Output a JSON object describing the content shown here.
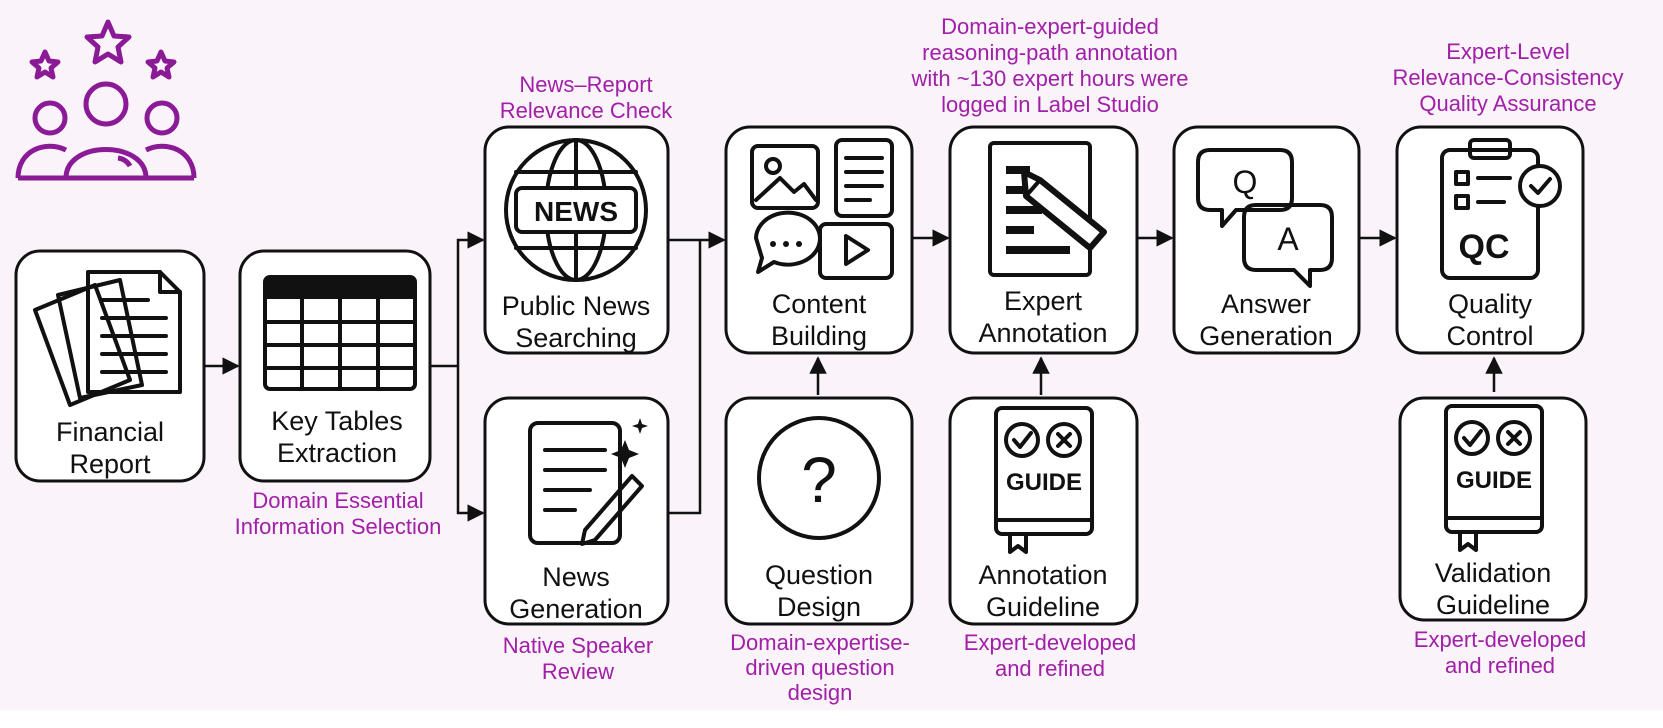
{
  "nodes": {
    "financial_report": [
      "Financial",
      "Report"
    ],
    "key_tables": [
      "Key Tables",
      "Extraction"
    ],
    "public_news": [
      "Public News",
      "Searching"
    ],
    "news_generation": [
      "News",
      "Generation"
    ],
    "content_building": [
      "Content",
      "Building"
    ],
    "question_design": [
      "Question",
      "Design"
    ],
    "expert_annotation": [
      "Expert",
      "Annotation"
    ],
    "annotation_guideline": [
      "Annotation",
      "Guideline"
    ],
    "answer_generation": [
      "Answer",
      "Generation"
    ],
    "quality_control": [
      "Quality",
      "Control"
    ],
    "validation_guideline": [
      "Validation",
      "Guideline"
    ]
  },
  "annotations": {
    "domain_essential": [
      "Domain Essential",
      "Information Selection"
    ],
    "news_report": [
      "News–Report",
      "Relevance Check"
    ],
    "native_speaker": [
      "Native Speaker",
      "Review"
    ],
    "domain_expertise": [
      "Domain-expertise-",
      "driven question",
      "design"
    ],
    "domain_expert_guided": [
      "Domain-expert-guided",
      "reasoning-path annotation",
      "with ~130 expert hours were",
      "logged in Label Studio"
    ],
    "expert_developed_1": [
      "Expert-developed",
      "and refined"
    ],
    "expert_level": [
      "Expert-Level",
      "Relevance-Consistency",
      "Quality Assurance"
    ],
    "expert_developed_2": [
      "Expert-developed",
      "and refined"
    ]
  },
  "icon_text": {
    "news": "NEWS",
    "question_mark": "?",
    "q_letter": "Q",
    "a_letter": "A",
    "guide_1": "GUIDE",
    "guide_2": "GUIDE",
    "qc": "QC"
  },
  "colors": {
    "accent": "#a020a8",
    "stroke": "#111111",
    "background": "#fbf3fa"
  }
}
